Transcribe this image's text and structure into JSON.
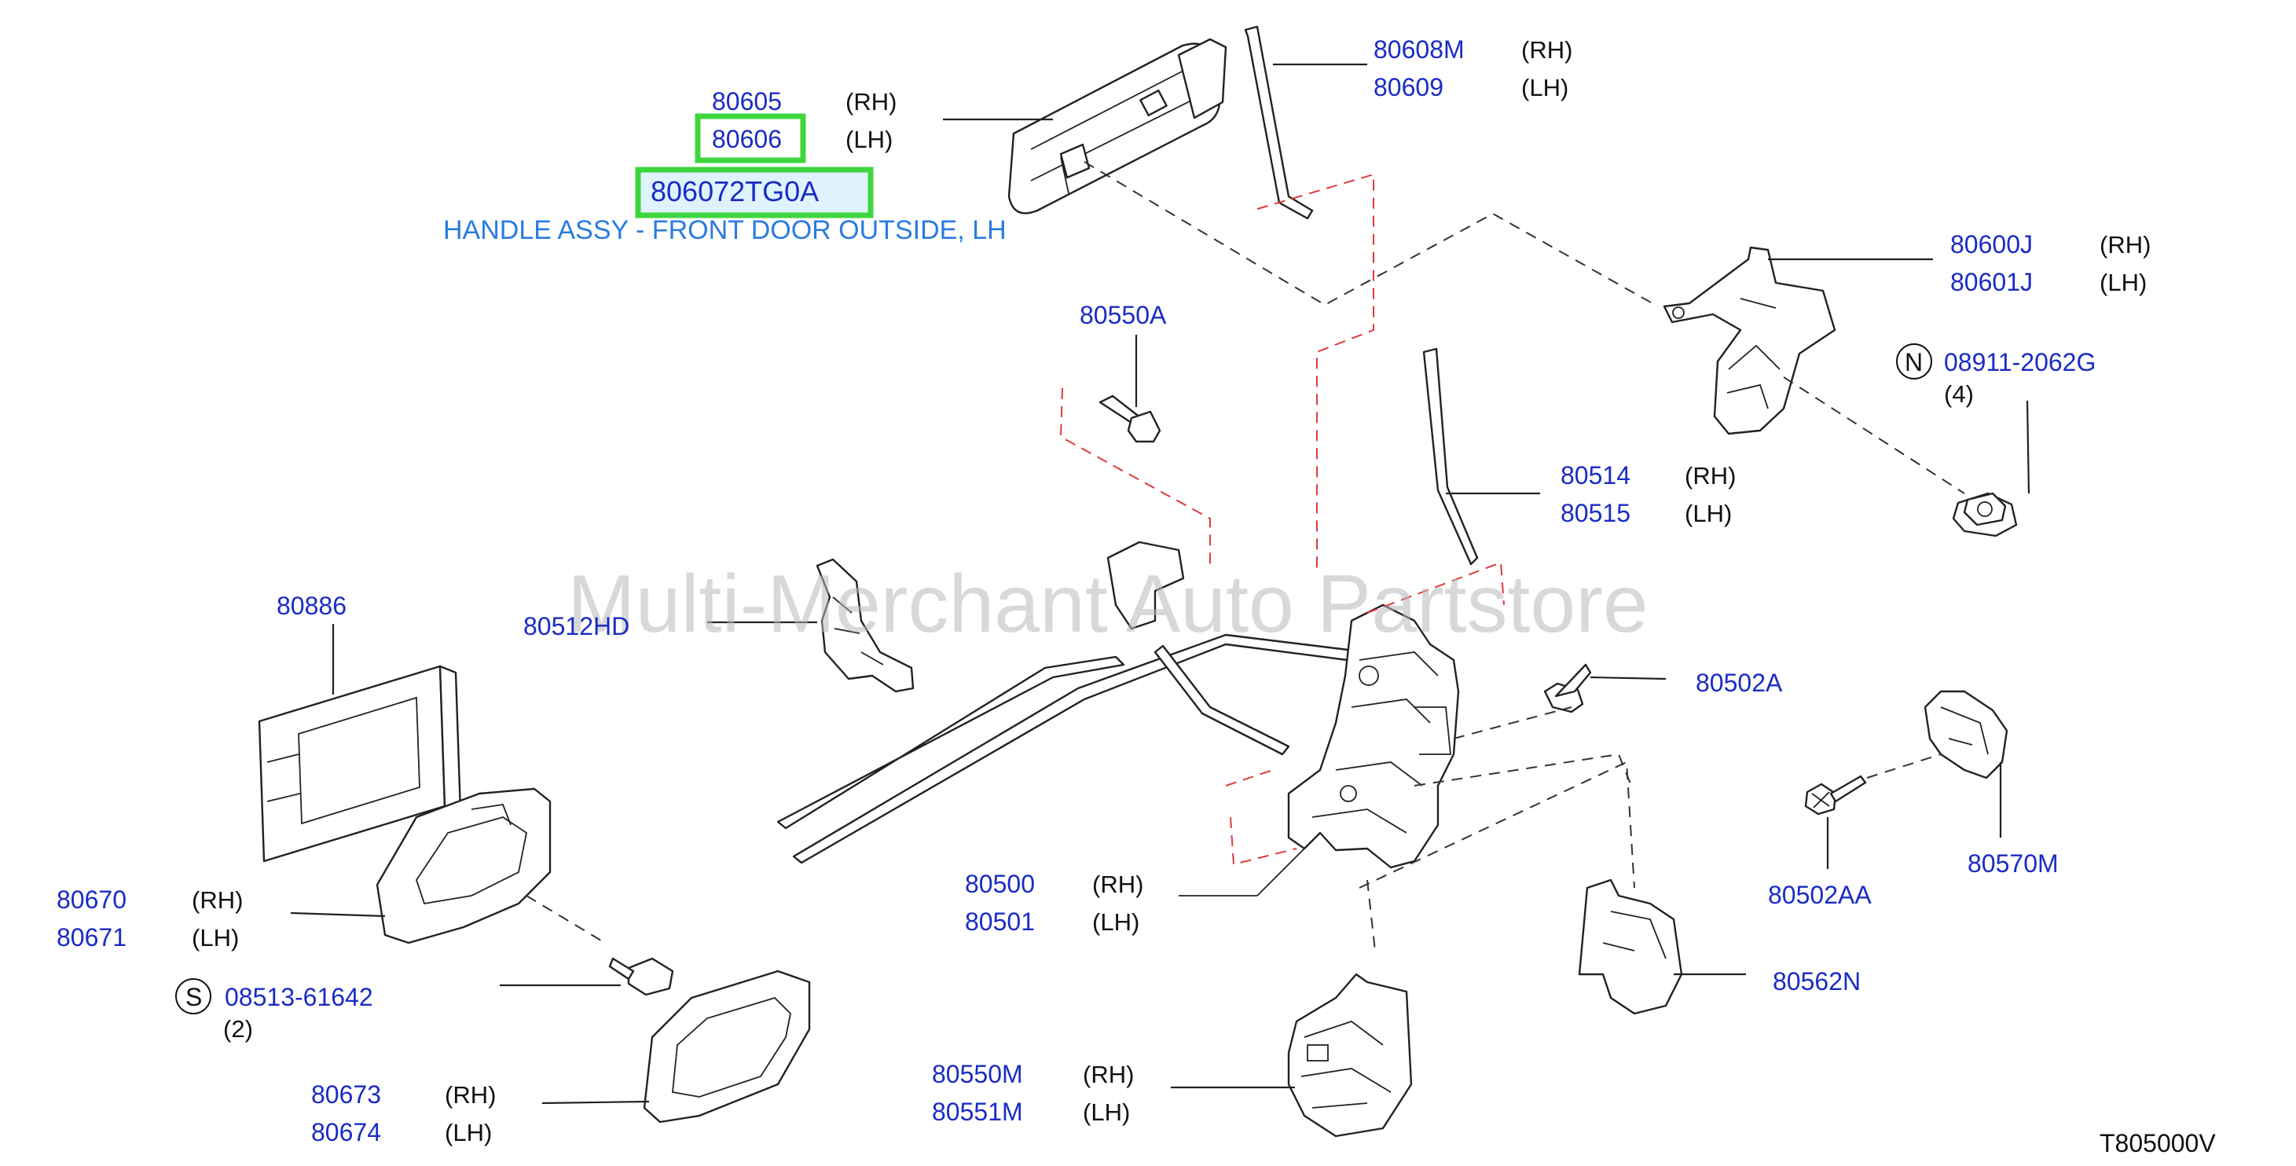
{
  "callouts": {
    "handle_outside_rh": "80605",
    "handle_outside_lh": "80606",
    "handle_selected": "806072TG0A",
    "handle_selected_desc": "HANDLE ASSY - FRONT DOOR OUTSIDE, LH",
    "rod_80608m": "80608M",
    "rod_80609": "80609",
    "bracket_80600j": "80600J",
    "bracket_80601j": "80601J",
    "nut_code": "08911-2062G",
    "nut_qty": "(4)",
    "nut_marker": "N",
    "bolt_80550a": "80550A",
    "rod_80514": "80514",
    "rod_80515": "80515",
    "clip_80512hd": "80512HD",
    "frame_80886": "80886",
    "screw_80502a": "80502A",
    "inside_handle_80670": "80670",
    "inside_handle_80671": "80671",
    "screw_code": "08513-61642",
    "screw_qty": "(2)",
    "screw_marker": "S",
    "lock_80500": "80500",
    "lock_80501": "80501",
    "screw_80502aa": "80502AA",
    "striker_80570m": "80570M",
    "cover_80562n": "80562N",
    "escutcheon_80673": "80673",
    "escutcheon_80674": "80674",
    "actuator_80550m": "80550M",
    "actuator_80551m": "80551M"
  },
  "sides": {
    "rh": "(RH)",
    "lh": "(LH)"
  },
  "watermark": "Multi-Merchant Auto Partstore",
  "diagram_code": "T805000V",
  "colors": {
    "part_number": "#1a2cc4",
    "description": "#2a7be0",
    "highlight": "#3ed63e",
    "red_dash": "#e03a3a"
  }
}
